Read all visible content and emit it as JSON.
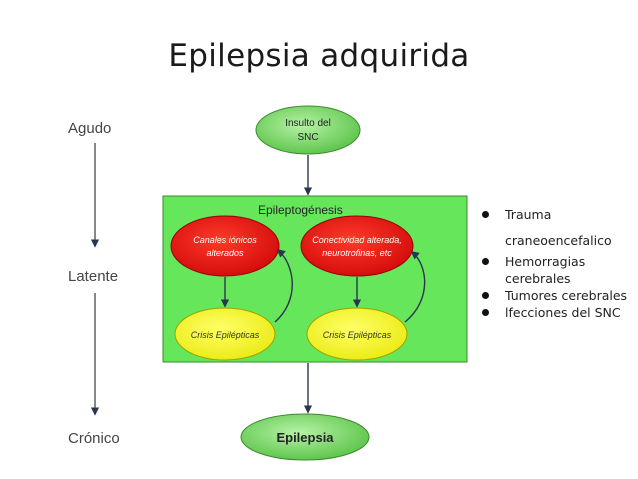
{
  "title": "Epilepsia adquirida",
  "stages": {
    "acute": "Agudo",
    "latent": "Latente",
    "chronic": "Crónico"
  },
  "nodes": {
    "insult_line1": "Insulto del",
    "insult_line2": "SNC",
    "epileptogenesis": "Epileptogénesis",
    "channels_line1": "Canales iónicos",
    "channels_line2": "alterados",
    "connectivity_line1": "Conectividad alterada,",
    "connectivity_line2": "neurotrofinas, etc",
    "crisis_left": "Crisis Epilépticas",
    "crisis_right": "Crisis Epilépticas",
    "epilepsia": "Epilepsia"
  },
  "bullets": [
    {
      "line1": "Trauma",
      "line2": "craneoencefalico"
    },
    {
      "line1": "Hemorragias",
      "line2": "cerebrales"
    },
    {
      "line1": "Tumores cerebrales",
      "line2": ""
    },
    {
      "line1": "lfecciones del SNC",
      "line2": ""
    }
  ],
  "colors": {
    "green_box": "#66e65a",
    "green_node": "#6ecf58",
    "red_node": "#e01010",
    "yellow_node": "#f2f21a",
    "arrow": "#2a3550"
  }
}
